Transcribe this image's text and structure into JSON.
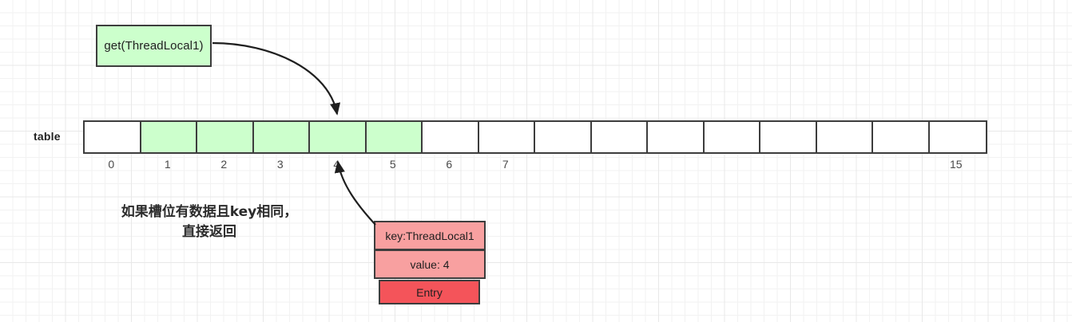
{
  "diagram": {
    "call_box": {
      "label": "get(ThreadLocal1)"
    },
    "table": {
      "label": "table",
      "slot_count": 16,
      "filled_slots": [
        1,
        2,
        3,
        4,
        5
      ],
      "index_labels": [
        "0",
        "1",
        "2",
        "3",
        "4",
        "5",
        "6",
        "7",
        "15"
      ],
      "index_positions": [
        0,
        1,
        2,
        3,
        4,
        5,
        6,
        7,
        15
      ]
    },
    "annotation": {
      "line1": "如果槽位有数据且key相同，",
      "line2": "直接返回"
    },
    "entry": {
      "key_label": "key:ThreadLocal1",
      "value_label": "value: 4",
      "title_label": "Entry"
    },
    "arrows": [
      {
        "name": "call-to-slot-arrow",
        "from": "get-call-box",
        "to": "slot-4-top"
      },
      {
        "name": "entry-to-slot-arrow",
        "from": "entry-key-box",
        "to": "slot-4-bottom"
      }
    ],
    "colors": {
      "green_fill": "#ccffcc",
      "entry_fill": "#f8a0a0",
      "entry_title_fill": "#f4545a",
      "stroke": "#3d3d3d",
      "text": "#1f1f1f",
      "grid": "#e8e8e8"
    }
  }
}
